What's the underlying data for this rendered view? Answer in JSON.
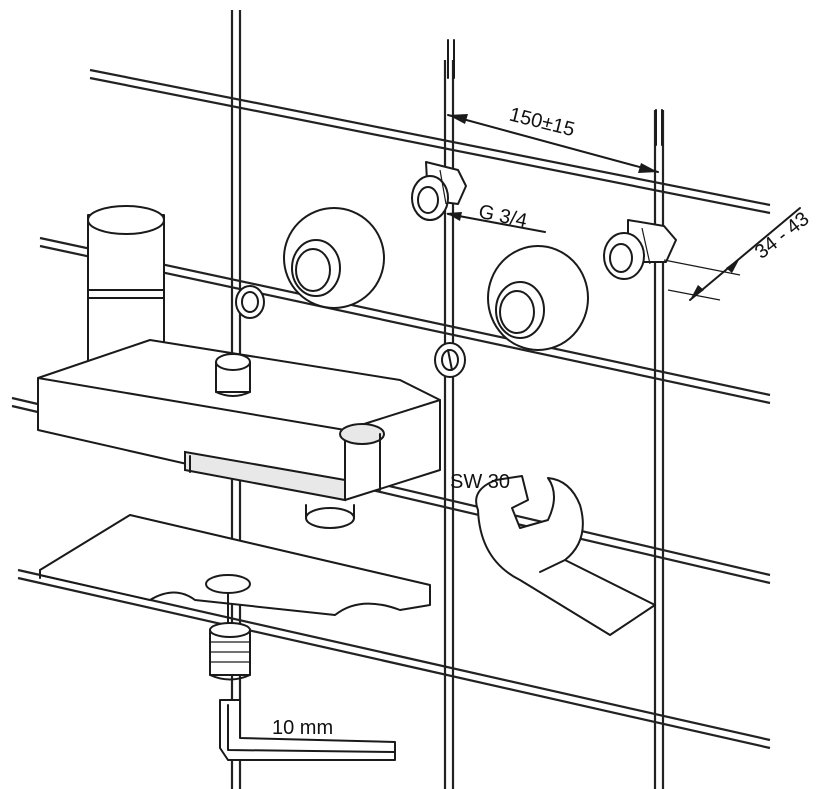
{
  "labels": {
    "spacing": "150±15",
    "thread": "G 3/4",
    "depth": "34 - 43",
    "wrench": "SW 30",
    "hex_key": "10 mm"
  }
}
